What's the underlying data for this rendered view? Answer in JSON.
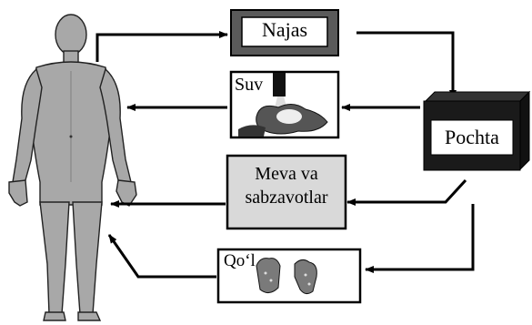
{
  "nodes": {
    "najas": "Najas",
    "suv": "Suv",
    "pochta": "Pochta",
    "meva_line1": "Meva va",
    "meva_line2": "sabzavotlar",
    "qol": "Qo‘l"
  },
  "colors": {
    "ink": "#000000",
    "box_fill_grey": "#d9d9d9",
    "najas_frame": "#5a5a5a",
    "body_fill": "#a8a8a8",
    "body_stroke": "#222222",
    "mailbox_dark": "#1a1a1a"
  },
  "icons": [
    "human-figure-icon",
    "washing-hands-icon",
    "mailbox-icon",
    "dirty-hands-icon"
  ]
}
